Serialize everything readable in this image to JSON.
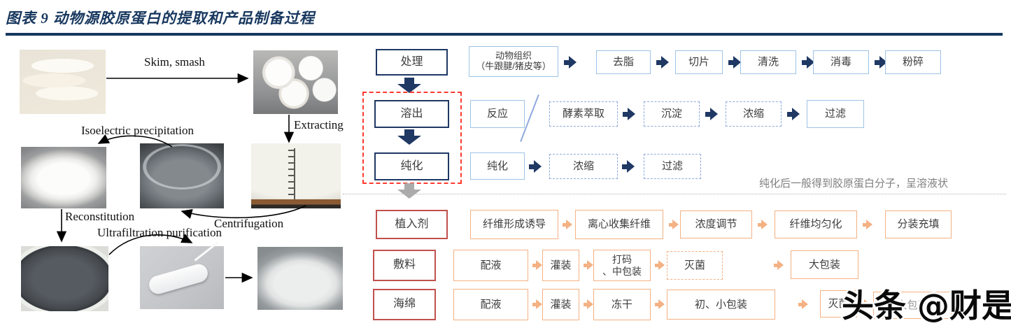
{
  "title": "图表 9  动物源胶原蛋白的提取和产品制备过程",
  "colors": {
    "navy": "#1F3864",
    "light_blue": "#9DC3E6",
    "label_red": "#C0504D",
    "dashed_red": "#FF3B30",
    "orange": "#F4B183",
    "gray": "#ABABAB",
    "title_navy": "#17375E"
  },
  "photo_flow": {
    "photos": [
      "raw-animal-tendons",
      "skimmed-smashed-material",
      "extraction-vessel",
      "isoelectric-precipitate",
      "centrifuged-solution",
      "reconstituted-solution",
      "ultrafiltration-cartridge",
      "purified-collagen-solution"
    ],
    "labels": {
      "skim_smash": "Skim, smash",
      "extracting": "Extracting",
      "isoelectric": "Isoelectric precipitation",
      "centrifugation": "Centrifugation",
      "reconstitution": "Reconstitution",
      "ultrafiltration": "Ultrafiltration purification"
    }
  },
  "process": {
    "rows": [
      {
        "label": "处理",
        "steps": [
          "动物组织",
          "去脂",
          "切片",
          "清洗",
          "消毒",
          "粉碎"
        ],
        "step1_line2": "（牛跟腱/猪皮等）"
      },
      {
        "label": "溶出",
        "steps": [
          "反应",
          "酵素萃取",
          "沉淀",
          "浓缩",
          "过滤"
        ]
      },
      {
        "label": "纯化",
        "steps": [
          "纯化",
          "浓缩",
          "过滤"
        ]
      }
    ],
    "note": "纯化后一般得到胶原蛋白分子，呈溶液状"
  },
  "products": {
    "rows": [
      {
        "label": "植入剂",
        "steps": [
          "纤维形成诱导",
          "离心收集纤维",
          "浓度调节",
          "纤维均匀化",
          "分装充填"
        ]
      },
      {
        "label": "敷料",
        "steps": [
          "配液",
          "灌装",
          "打码、中包装",
          "灭菌",
          "大包装"
        ],
        "step3_line1": "打码",
        "step3_line2": "、中包装"
      },
      {
        "label": "海绵",
        "steps": [
          "配液",
          "灌装",
          "冻干",
          "初、小包装",
          "灭菌",
          "大包装"
        ]
      }
    ]
  },
  "watermark": "头条 @财是"
}
